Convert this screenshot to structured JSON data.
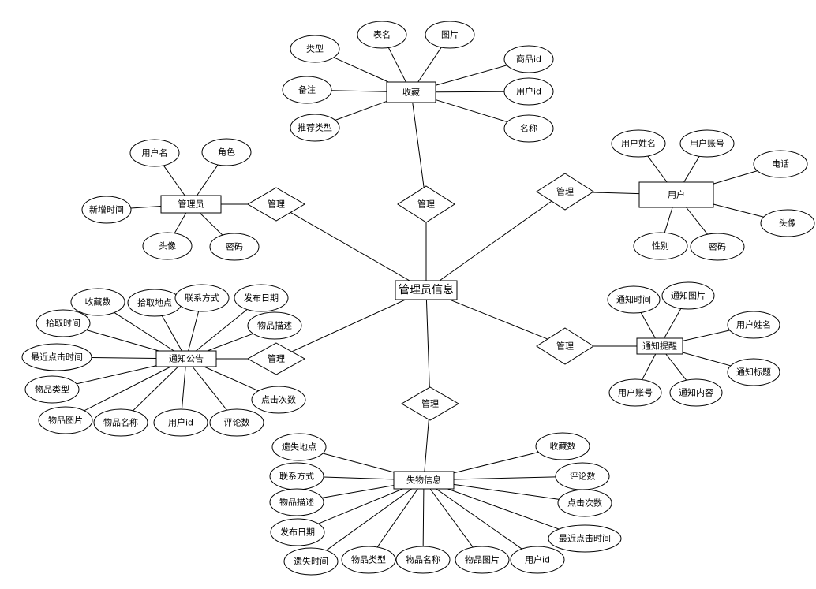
{
  "center": "管理员信息",
  "relations": {
    "shoucang": "管理",
    "guanliyuan": "管理",
    "yonghu": "管理",
    "tongzhigonggao": "管理",
    "tongzhitixing": "管理",
    "shiwu": "管理"
  },
  "entities": {
    "shoucang": {
      "name": "收藏",
      "attributes": [
        "类型",
        "表名",
        "图片",
        "商品id",
        "备注",
        "用户id",
        "推荐类型",
        "名称"
      ]
    },
    "guanliyuan": {
      "name": "管理员",
      "attributes": [
        "用户名",
        "角色",
        "新增时间",
        "头像",
        "密码"
      ]
    },
    "yonghu": {
      "name": "用户",
      "attributes": [
        "用户姓名",
        "用户账号",
        "电话",
        "头像",
        "性别",
        "密码"
      ]
    },
    "tongzhigonggao": {
      "name": "通知公告",
      "attributes": [
        "收藏数",
        "拾取地点",
        "联系方式",
        "发布日期",
        "拾取时间",
        "物品描述",
        "最近点击时间",
        "物品类型",
        "点击次数",
        "物品图片",
        "物品名称",
        "用户id",
        "评论数"
      ]
    },
    "tongzhitixing": {
      "name": "通知提醒",
      "attributes": [
        "通知时间",
        "通知图片",
        "用户姓名",
        "通知标题",
        "用户账号",
        "通知内容"
      ]
    },
    "shiwu": {
      "name": "失物信息",
      "attributes": [
        "遗失地点",
        "收藏数",
        "联系方式",
        "评论数",
        "物品描述",
        "点击次数",
        "发布日期",
        "最近点击时间",
        "遗失时间",
        "物品类型",
        "物品名称",
        "物品图片",
        "用户id"
      ]
    }
  }
}
